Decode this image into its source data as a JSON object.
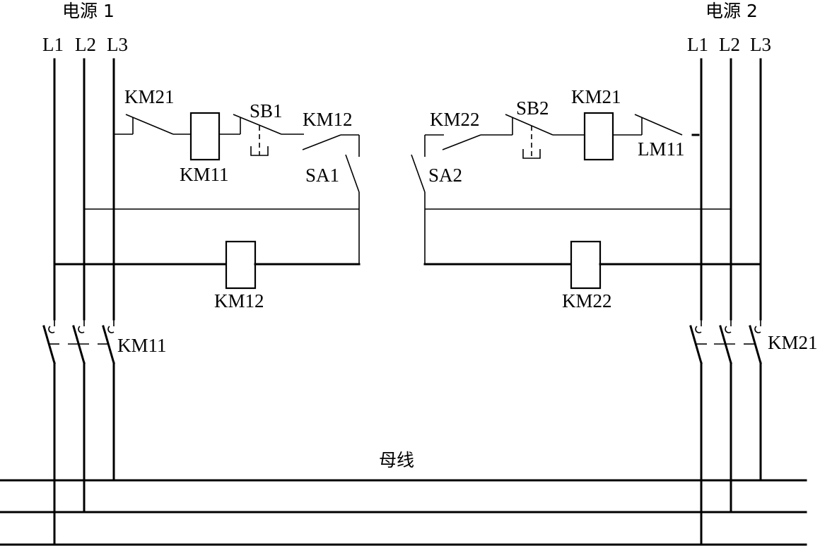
{
  "diagram": {
    "type": "dual-power-supply automatic transfer circuit",
    "colors": {
      "line": "#000000",
      "background": "#ffffff"
    },
    "source1": {
      "title": "电源 1",
      "phases": [
        "L1",
        "L2",
        "L3"
      ],
      "main_contactor_label": "KM11",
      "control": {
        "interlock_contact": "KM21",
        "coil": "KM11",
        "button": "SB1",
        "contact": "KM12",
        "selector": "SA1",
        "relay_coil": "KM12"
      }
    },
    "source2": {
      "title": "电源 2",
      "phases": [
        "L1",
        "L2",
        "L3"
      ],
      "main_contactor_label": "KM21",
      "control": {
        "contact": "KM22",
        "button": "SB2",
        "coil": "KM21",
        "interlock_contact": "LM11",
        "selector": "SA2",
        "relay_coil": "KM22"
      }
    },
    "busbar_label": "母线"
  }
}
